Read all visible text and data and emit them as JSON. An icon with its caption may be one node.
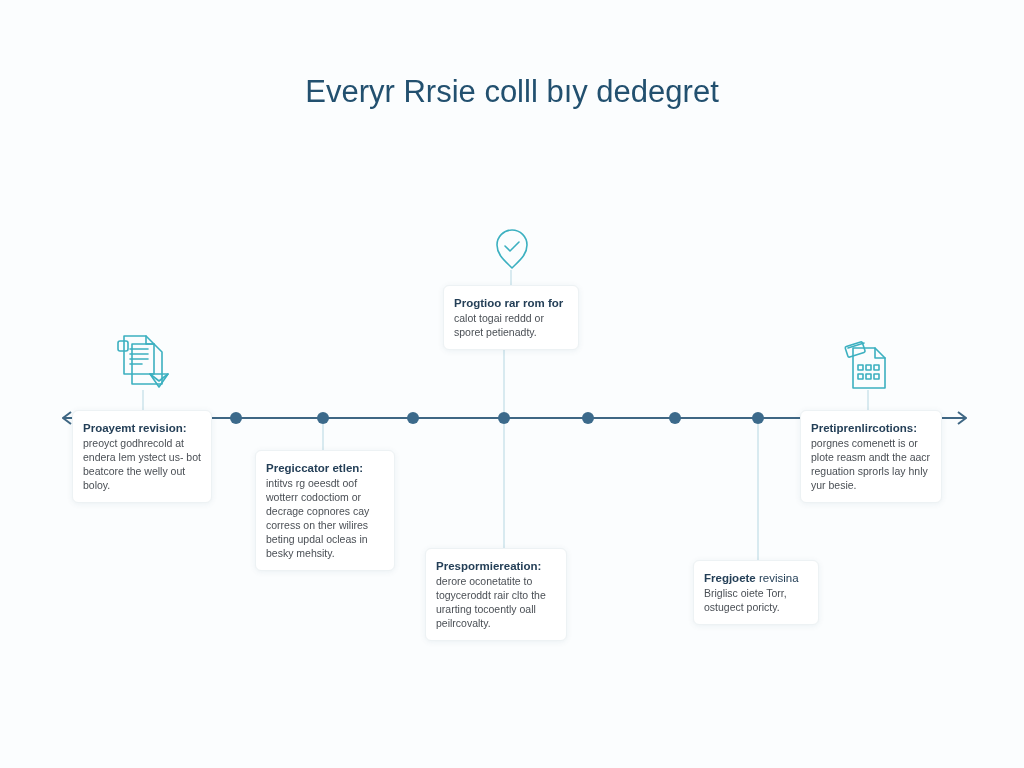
{
  "diagram": {
    "title": "Everyr Rrsie colll bıy dedegret",
    "nodes": [
      {
        "text": [
          "Proayemt revision:",
          "preoyct godhrecold at endera lem ystect us- bot beatcore the welly out boloy."
        ]
      },
      {
        "text": [
          "Pregiccator etlen:",
          "intitvs rg oeesdt oof wotterr codoctiom or decrage copnores cay corress on ther wilires beting updal ocleas in besky mehsity."
        ]
      },
      {
        "text": [
          "Progtioo rar rom for",
          "calot togai reddd or sporet petienadty."
        ]
      },
      {
        "text": [
          "Prespormiereation:",
          "derore oconetatite to togyceroddt rair clto the urarting tocoently oall peilrcovalty."
        ]
      },
      {
        "text": [
          "**Fregjoete** revisina",
          "Briglisc oiete Torr, ostugect poricty."
        ]
      },
      {
        "text": [
          "Pretiprenlircotions:",
          "porgnes comenett is or plote reasm andt the aacr reguation sprorls lay hnly yur besie."
        ]
      },
      {
        "text": [],
        "shape": "circle"
      },
      {
        "text": [],
        "shape": "circle"
      },
      {
        "text": [],
        "shape": "circle"
      },
      {
        "text": [],
        "shape": "circle"
      },
      {
        "text": [],
        "shape": "circle"
      },
      {
        "text": [],
        "shape": "circle"
      },
      {
        "text": [],
        "shape": "circle"
      },
      {
        "text": [],
        "shape": "picture"
      },
      {
        "text": [],
        "shape": "picture"
      },
      {
        "text": [],
        "shape": "picture"
      }
    ],
    "edges": [
      {
        "from": 13,
        "to": 0,
        "arrow": "none"
      },
      {
        "from": 7,
        "to": 1,
        "arrow": "none"
      },
      {
        "from": 14,
        "to": 2,
        "arrow": "none"
      },
      {
        "from": 2,
        "to": 9,
        "arrow": "none"
      },
      {
        "from": 9,
        "to": 3,
        "arrow": "none"
      },
      {
        "from": 12,
        "to": 4,
        "arrow": "none"
      },
      {
        "from": 15,
        "to": 5,
        "arrow": "none"
      }
    ]
  }
}
